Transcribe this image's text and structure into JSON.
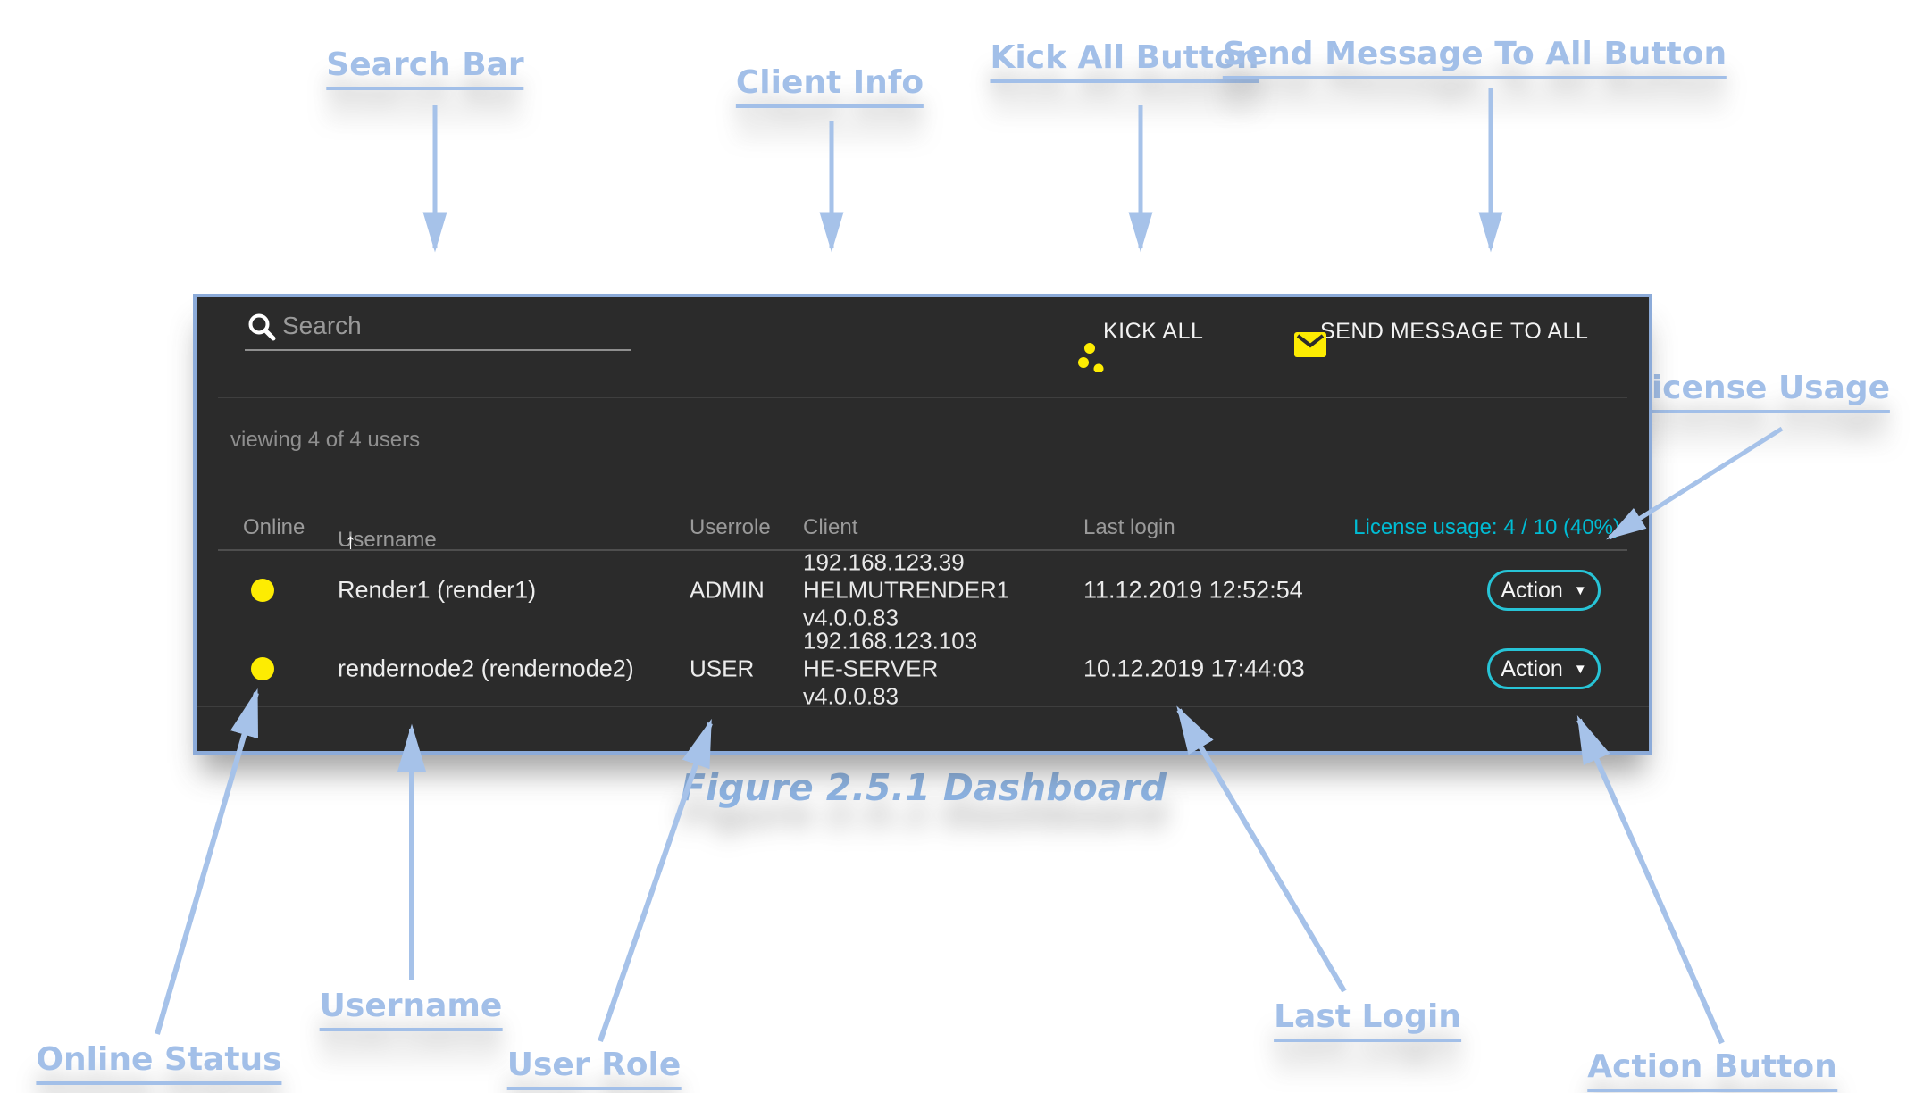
{
  "colors": {
    "annotation_blue": "#a2bfe8",
    "caption_blue": "#8db3e2",
    "panel_border_blue": "#8cabd9",
    "panel_background": "#2b2b2b",
    "accent_yellow": "#fdec02",
    "license_cyan": "#00bcd4",
    "action_border_cyan": "#27c4d6",
    "muted_text_gray": "#9a9a9a",
    "light_text": "#ececec"
  },
  "annotations": {
    "top_labels": [
      {
        "label": "Search Bar"
      },
      {
        "label": "Client Info"
      },
      {
        "label": "Kick All Button"
      },
      {
        "label": "Send Message To All Button"
      }
    ],
    "license_usage_label": "License Usage",
    "caption": "Figure 2.5.1 Dashboard",
    "bottom_labels": [
      {
        "label": "Online Status"
      },
      {
        "label": "Username"
      },
      {
        "label": "User Role"
      },
      {
        "label": "Last Login"
      },
      {
        "label": "Action Button"
      }
    ]
  },
  "dashboard": {
    "search_placeholder": "Search",
    "kick_all_label": "KICK ALL",
    "send_message_label": "SEND MESSAGE TO ALL",
    "viewing_text": "viewing 4 of 4 users",
    "license_usage_text": "License usage: 4 / 10 (40%)",
    "sort_icon": "↑",
    "action_caret": "▼",
    "headers": {
      "online": "Online",
      "username": "Username",
      "userrole": "Userrole",
      "client": "Client",
      "last_login": "Last login"
    },
    "rows": [
      {
        "username": "Render1 (render1)",
        "userrole": "ADMIN",
        "client_ip": "192.168.123.39",
        "client_host": "HELMUTRENDER1",
        "client_version": "v4.0.0.83",
        "last_login": "11.12.2019 12:52:54",
        "action_label": "Action"
      },
      {
        "username": "rendernode2 (rendernode2)",
        "userrole": "USER",
        "client_ip": "192.168.123.103",
        "client_host": "HE-SERVER",
        "client_version": "v4.0.0.83",
        "last_login": "10.12.2019 17:44:03",
        "action_label": "Action"
      }
    ]
  }
}
